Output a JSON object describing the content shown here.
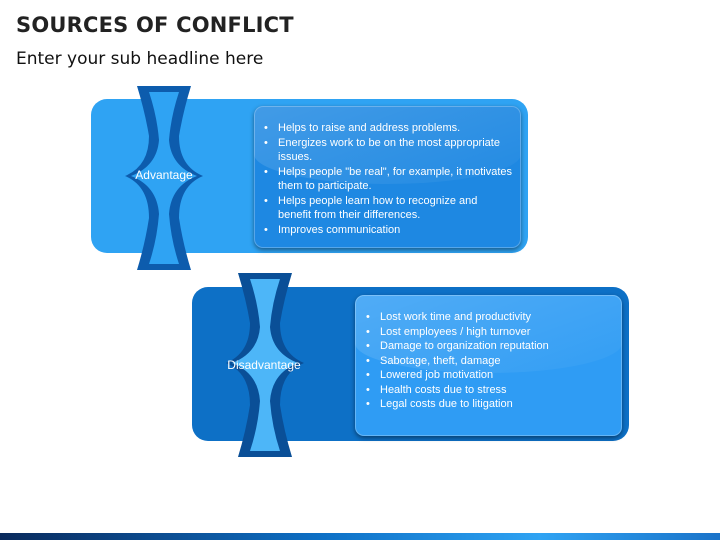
{
  "title": "SOURCES OF CONFLICT",
  "subtitle": "Enter your sub headline here",
  "advantage": {
    "label": "Advantage",
    "items": [
      "Helps to raise and address problems.",
      "Energizes work to be on the most appropriate issues.",
      "Helps people \"be real\", for example, it motivates them to participate.",
      "Helps people learn how to recognize and benefit from their differences.",
      "Improves communication"
    ]
  },
  "disadvantage": {
    "label": "Disadvantage",
    "items": [
      "Lost work time and productivity",
      "Lost employees / high turnover",
      "Damage to organization reputation",
      "Sabotage, theft, damage",
      "Lowered job motivation",
      "Health costs due to stress",
      "Legal costs due to litigation"
    ]
  },
  "colors": {
    "advantage_panel": "#2fa3f3",
    "advantage_inner": "#1e88e2",
    "advantage_connector_outer": "#0d5cad",
    "advantage_connector_inner": "#2fa3f3",
    "disadvantage_panel": "#0d70c6",
    "disadvantage_inner": "#2f9cf4",
    "disadvantage_connector_outer": "#0a4f97",
    "disadvantage_connector_inner": "#4db6f8",
    "footer": "#0d70c6"
  }
}
